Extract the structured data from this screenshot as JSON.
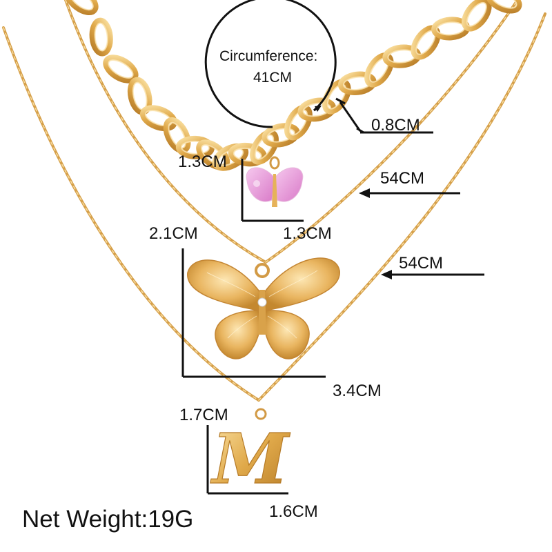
{
  "product": {
    "circumference_label": "Circumference:",
    "circumference_value": "41CM",
    "chain_width": "0.8CM",
    "chain_length_1": "54CM",
    "chain_length_2": "54CM",
    "pink_butterfly_height": "1.3CM",
    "pink_butterfly_width": "1.3CM",
    "gold_butterfly_height": "2.1CM",
    "gold_butterfly_width": "3.4CM",
    "letter_height": "1.7CM",
    "letter_width": "1.6CM",
    "letter": "M",
    "net_weight": "Net Weight:19G"
  },
  "colors": {
    "gold": "#e0a94a",
    "gold_light": "#f6d58e",
    "gold_dark": "#b57a26",
    "pink": "#e59ad6",
    "annotation": "#111111"
  }
}
